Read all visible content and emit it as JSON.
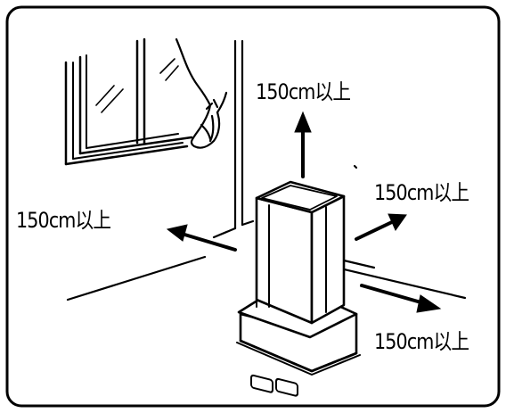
{
  "labels": {
    "top": "150cm以上",
    "right": "150cm以上",
    "left": "150cm以上",
    "bottom_right": "150cm以上"
  }
}
